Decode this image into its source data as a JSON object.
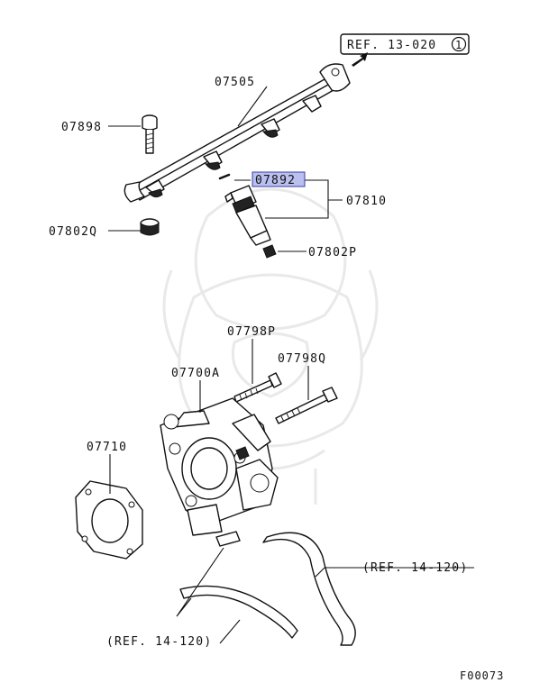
{
  "labels": {
    "ref_13_020": "REF. 13-020",
    "ref_13_020_num": "1",
    "p07505": "07505",
    "p07898": "07898",
    "p07892": "07892",
    "p07810": "07810",
    "p07802Q": "07802Q",
    "p07802P": "07802P",
    "p07798P": "07798P",
    "p07798Q": "07798Q",
    "p07700A": "07700A",
    "p07710": "07710",
    "ref_14_120_right": "(REF. 14-120)",
    "ref_14_120_left": "(REF. 14-120)",
    "figure_code": "F00073"
  },
  "colors": {
    "highlight": "#b9bfee",
    "line": "#111111",
    "watermark": "#e9e9e9"
  }
}
